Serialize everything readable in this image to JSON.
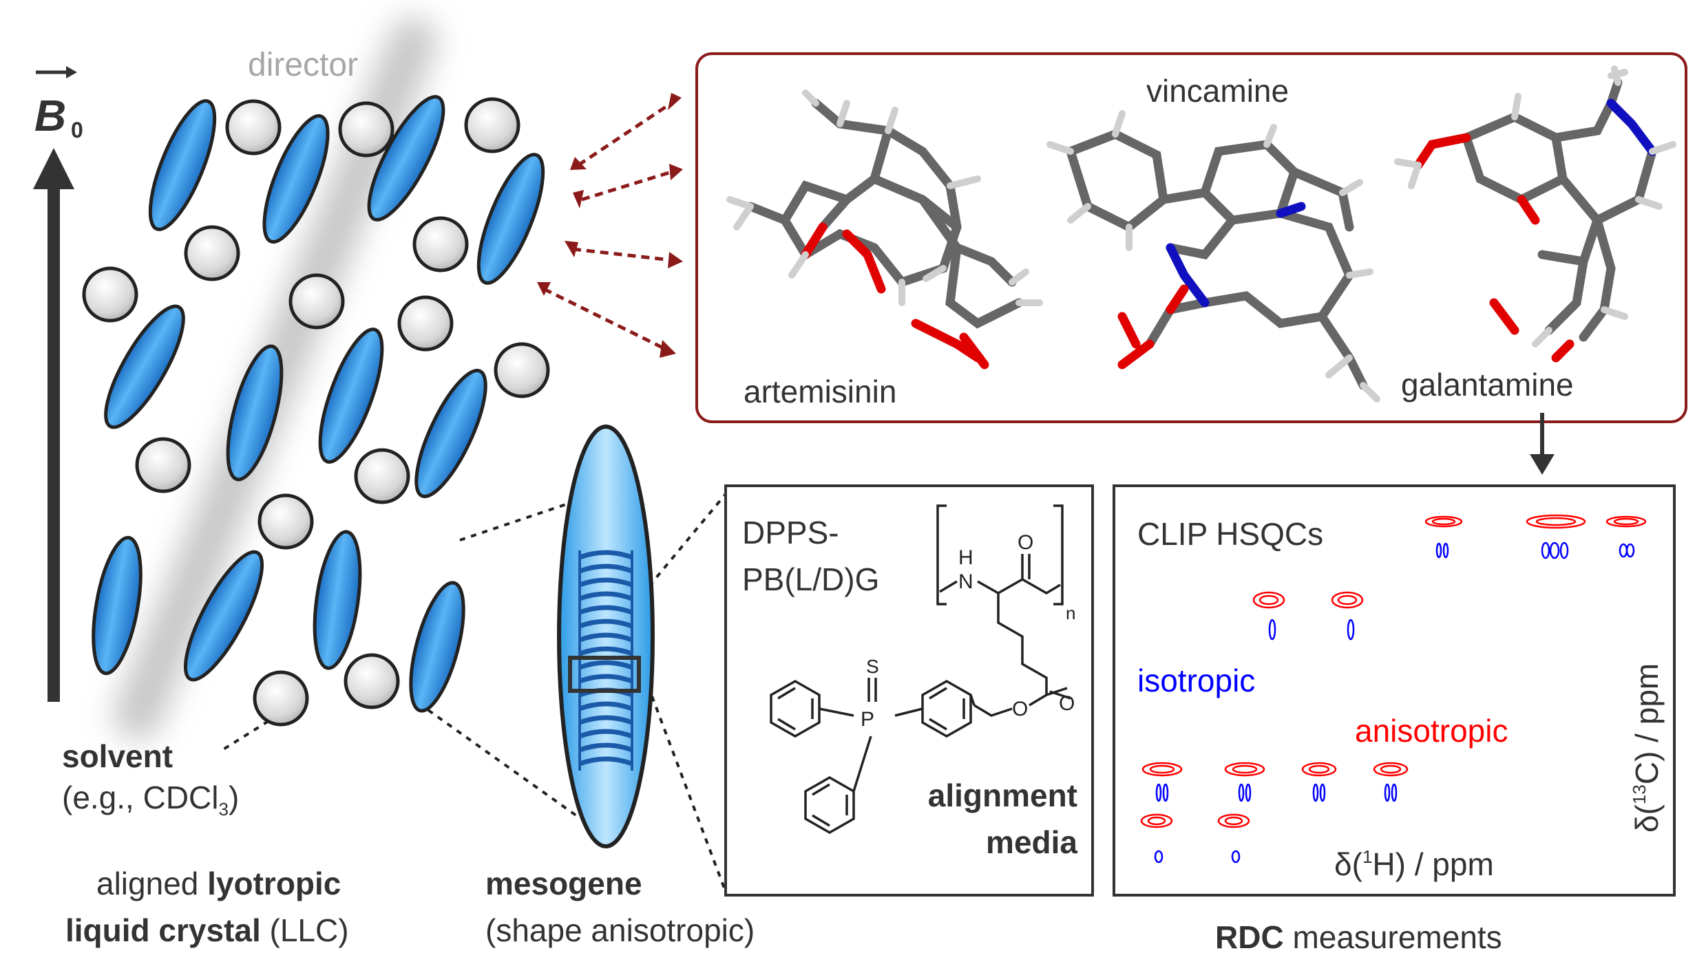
{
  "field": {
    "symbol": "B",
    "subscript": "0"
  },
  "director_label": "director",
  "molecules": {
    "artemisinin": "artemisinin",
    "vincamine": "vincamine",
    "galantamine": "galantamine"
  },
  "solvent": {
    "bold": "solvent",
    "example_prefix": "(e.g., CDCl",
    "example_sub": "3",
    "example_suffix": ")"
  },
  "llc": {
    "line1_prefix": "aligned ",
    "line1_bold": "lyotropic",
    "line2_bold": "liquid crystal",
    "line2_suffix": " (LLC)"
  },
  "mesogene": {
    "bold": "mesogene",
    "desc": "(shape anisotropic)"
  },
  "alignment": {
    "name_line1": "DPPS-",
    "name_line2": "PB(L/D)G",
    "bold_line1": "alignment",
    "bold_line2": "media",
    "atoms": {
      "N": "N",
      "H": "H",
      "O": "O",
      "n": "n",
      "S": "S",
      "P": "P"
    }
  },
  "nmr": {
    "title": "CLIP HSQCs",
    "isotropic": "isotropic",
    "anisotropic": "anisotropic",
    "x_axis": {
      "prefix": "δ(",
      "sup": "1",
      "suffix": "H) / ppm"
    },
    "y_axis": {
      "prefix": "δ(",
      "sup": "13",
      "suffix": "C) / ppm"
    }
  },
  "rdc": {
    "bold": "RDC",
    "suffix": " measurements"
  },
  "colors": {
    "accent_red": "#8b1a1a",
    "iso_blue": "#0000ff",
    "aniso_red": "#ff0000",
    "rod_blue": "#2a8fe0"
  }
}
